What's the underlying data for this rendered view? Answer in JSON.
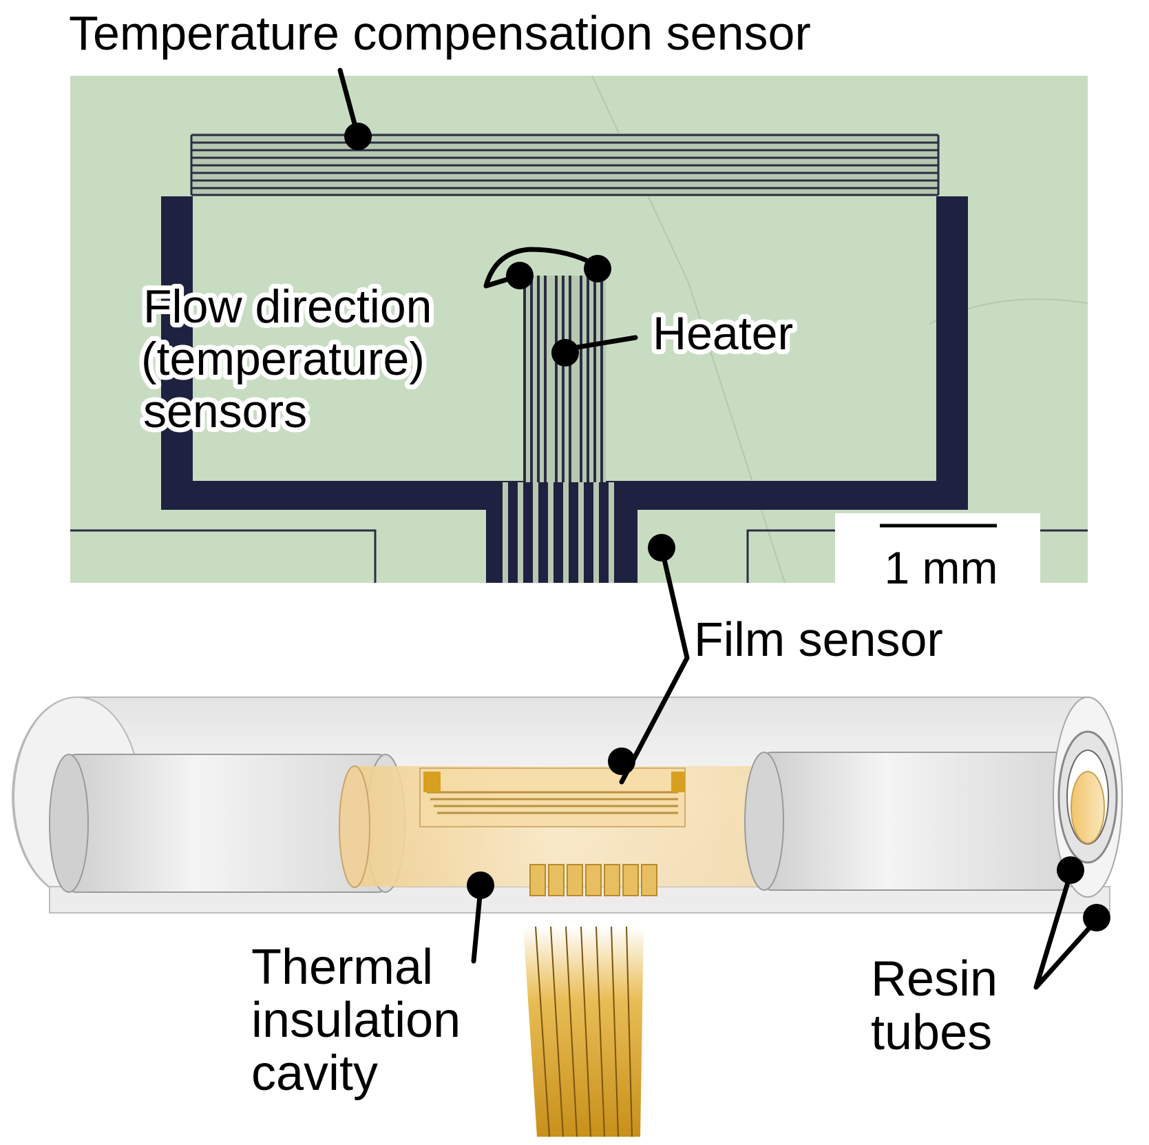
{
  "labels": {
    "temp_comp": "Temperature compensation sensor",
    "flow_line1": "Flow direction",
    "flow_line2": "(temperature)",
    "flow_line3": "sensors",
    "heater": "Heater",
    "scale": "1 mm",
    "film_sensor": "Film sensor",
    "cavity_line1": "Thermal",
    "cavity_line2": "insulation",
    "cavity_line3": "cavity",
    "resin_line1": "Resin",
    "resin_line2": "tubes"
  },
  "colors": {
    "photo_bg": "#c8dcc2",
    "pattern_dark": "#1f2140",
    "leader": "#000000",
    "tube_fill": "#eeeeee",
    "film_fill": "#f7dfb0",
    "trace_gold": "#d4a020"
  }
}
